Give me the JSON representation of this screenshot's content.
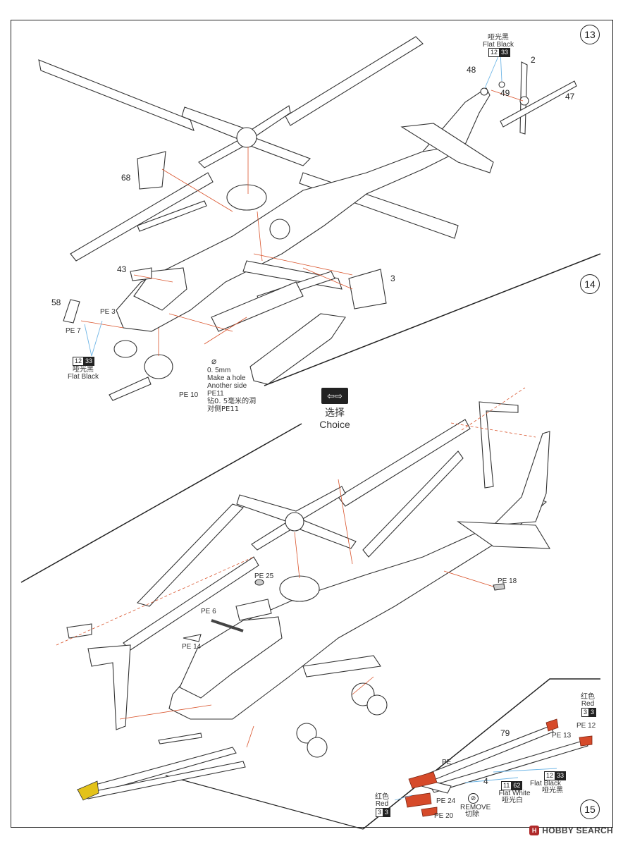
{
  "steps": {
    "s13": "13",
    "s14": "14",
    "s15": "15"
  },
  "step13": {
    "flat_black_cn": "哑光黑",
    "flat_black_en": "Flat Black",
    "code_a": "12",
    "code_b": "33",
    "part_48": "48",
    "part_2": "2",
    "part_49": "49",
    "part_47": "47",
    "part_68": "68",
    "part_43": "43",
    "part_3": "3",
    "part_58": "58",
    "pe3": "PE 3",
    "pe7": "PE 7",
    "pe10": "PE 10",
    "hole_symbol": "⌀",
    "hole_line1": "0. 5mm",
    "hole_line2": "Make a hole",
    "hole_line3": "Another side",
    "hole_line4": "PE11",
    "hole_cn1": "钻0. 5毫米的洞",
    "hole_cn2": "对侧PE11",
    "flat_black2_code_a": "12",
    "flat_black2_code_b": "33",
    "flat_black2_cn": "哑光黑",
    "flat_black2_en": "Flat Black"
  },
  "choice": {
    "cn": "选择",
    "en": "Choice",
    "icon": "swap-arrows-icon"
  },
  "step14": {
    "pe25": "PE 25",
    "pe18": "PE 18",
    "pe6": "PE 6",
    "pe14": "PE 14"
  },
  "step15": {
    "red_cn_top": "红色",
    "red_en_top": "Red",
    "red_code_top_a": "3",
    "red_code_top_b": "3",
    "pe12": "PE 12",
    "pe13": "PE 13",
    "part_79": "79",
    "part_4": "4",
    "pe": "PE",
    "flat_black_code_a": "12",
    "flat_black_code_b": "33",
    "flat_black_en": "Flat Black",
    "flat_black_cn": "哑光黑",
    "flat_white_code_a": "11",
    "flat_white_code_b": "62",
    "flat_white_en": "Flat White",
    "flat_white_cn": "哑光白",
    "pe24": "PE 24",
    "pe20": "PE 20",
    "remove_en": "REMOVE",
    "remove_cn": "切除",
    "remove_icon": "remove-cut-icon",
    "red_cn_bottom": "红色",
    "red_en_bottom": "Red",
    "red_code_bottom_a": "3",
    "red_code_bottom_b": "3"
  },
  "watermark": {
    "text": "HOBBY SEARCH",
    "icon": "hobby-search-logo-icon"
  },
  "colors": {
    "line": "#222222",
    "callout": "#d9532b",
    "photoetch": "#d64a2a",
    "decal_yellow": "#e3c21a",
    "paint_arrow": "#6fb6e6"
  }
}
